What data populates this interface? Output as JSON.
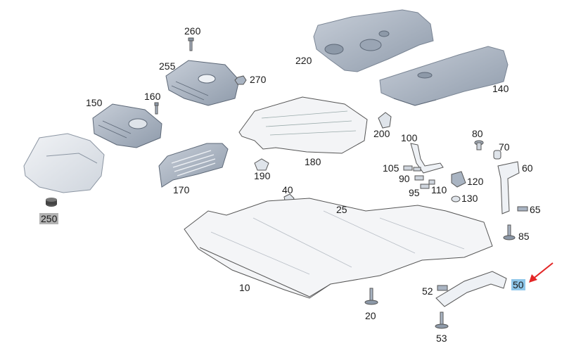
{
  "diagram": {
    "highlight_color": "#8fc7ea",
    "muted_color": "#b3b3b3",
    "arrow_color": "#e32626",
    "part_fill": "#e8eaee",
    "cover_fill": "#a9b4c2"
  },
  "labels": {
    "p10": "10",
    "p20": "20",
    "p25": "25",
    "p40": "40",
    "p50": "50",
    "p52": "52",
    "p53": "53",
    "p60": "60",
    "p65": "65",
    "p70": "70",
    "p80": "80",
    "p85": "85",
    "p90": "90",
    "p95": "95",
    "p100": "100",
    "p105": "105",
    "p110": "110",
    "p120": "120",
    "p130": "130",
    "p140": "140",
    "p150": "150",
    "p160": "160",
    "p170": "170",
    "p180": "180",
    "p190": "190",
    "p200": "200",
    "p220": "220",
    "p250": "250",
    "p255": "255",
    "p260": "260",
    "p270": "270"
  }
}
